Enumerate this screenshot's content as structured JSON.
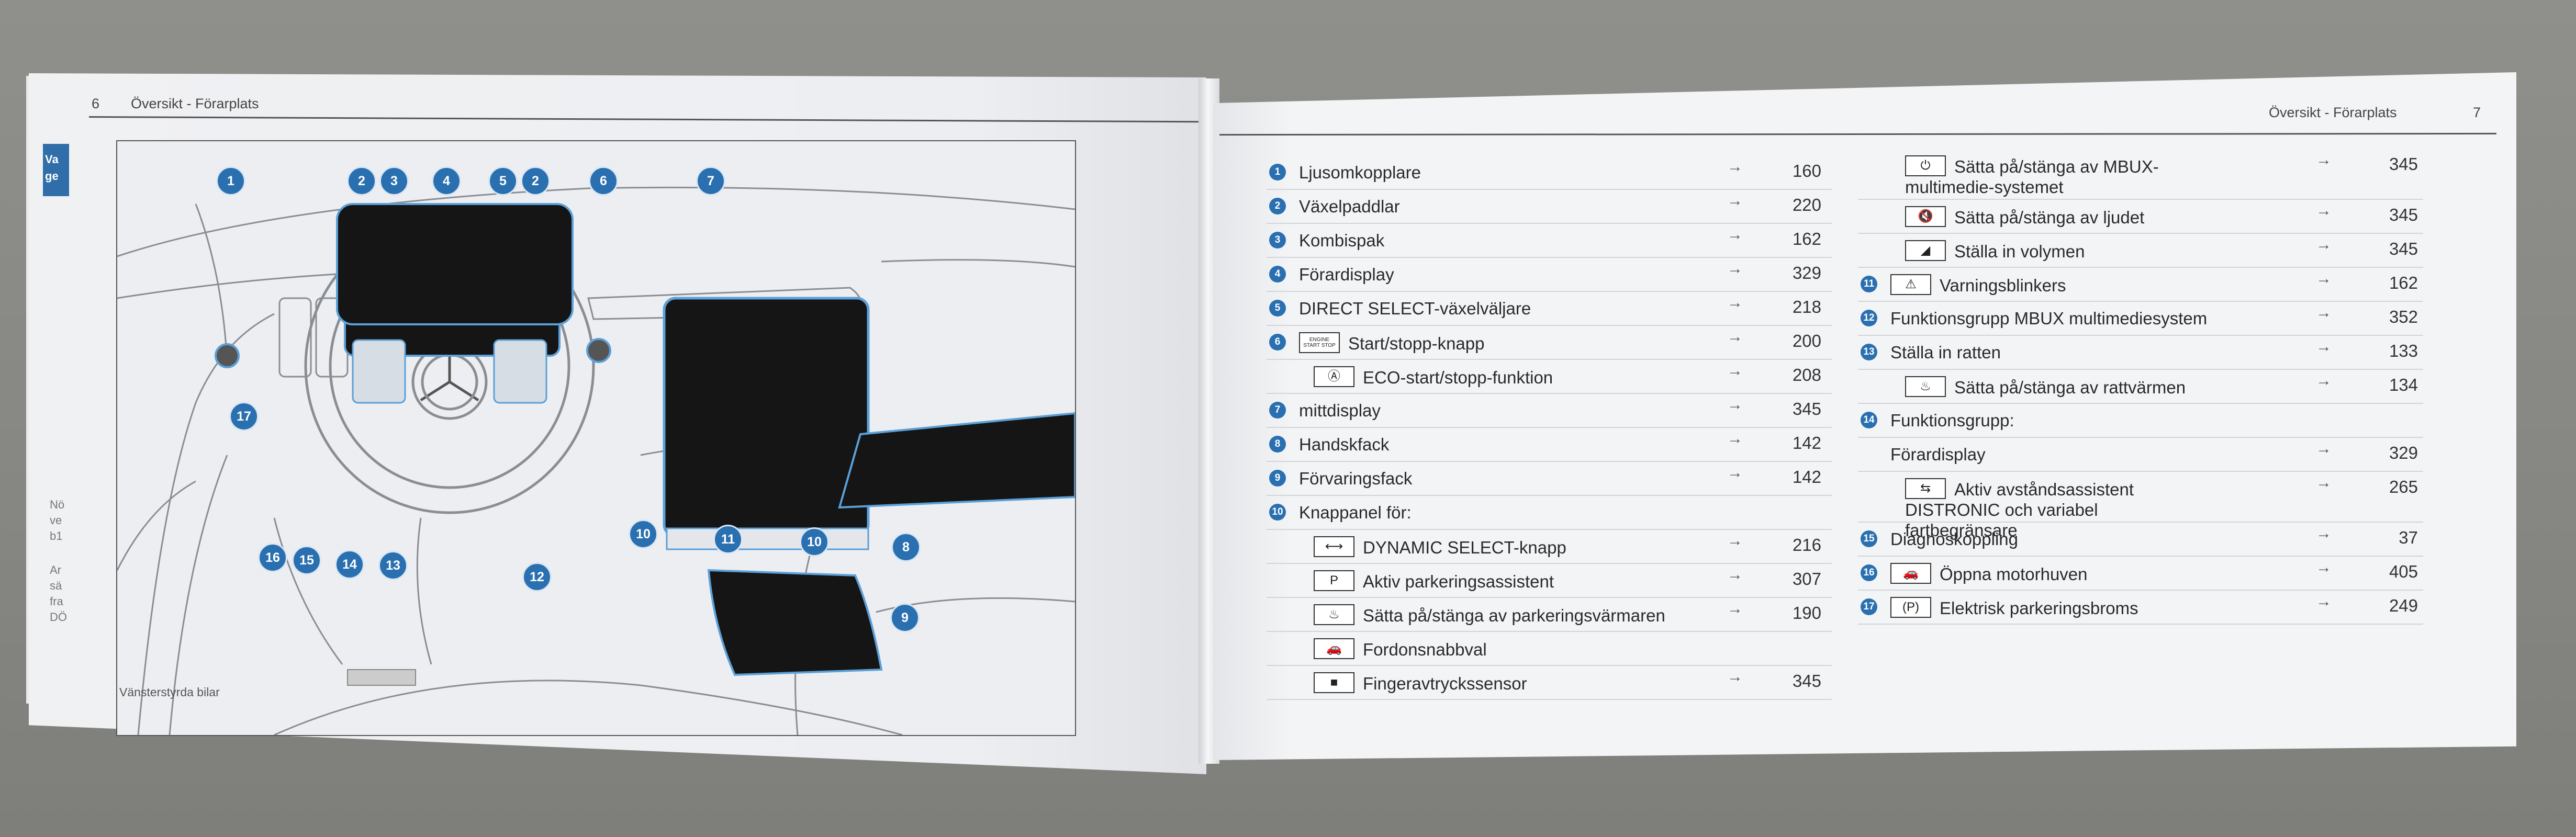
{
  "left_page": {
    "page_number": "6",
    "header_title": "Översikt - Förarplats",
    "caption": "Vänsterstyrda bilar",
    "edge_fragments": [
      "Va",
      "ge",
      "Nö",
      "ve",
      "b1",
      "Ar",
      "sä",
      "fra",
      "DÖ"
    ],
    "callouts": [
      "1",
      "2",
      "3",
      "4",
      "5",
      "2",
      "6",
      "7",
      "17",
      "16",
      "15",
      "14",
      "13",
      "12",
      "10",
      "11",
      "10",
      "8",
      "9"
    ]
  },
  "right_page": {
    "page_number": "7",
    "header_title": "Översikt - Förarplats",
    "arrow": "→",
    "left_column": [
      {
        "num": "1",
        "label": "Ljusomkopplare",
        "page": "160"
      },
      {
        "num": "2",
        "label": "Växelpaddlar",
        "page": "220"
      },
      {
        "num": "3",
        "label": "Kombispak",
        "page": "162"
      },
      {
        "num": "4",
        "label": "Förardisplay",
        "page": "329"
      },
      {
        "num": "5",
        "label": "DIRECT SELECT-växelväljare",
        "page": "218"
      },
      {
        "num": "6",
        "icon": "engine-start-stop-icon",
        "icon_text": "ENGINE START STOP",
        "label": "Start/stopp-knapp",
        "page": "200"
      },
      {
        "num": "",
        "icon": "eco-start-stop-icon",
        "icon_text": "Ⓐ",
        "label": "ECO-start/stopp-funktion",
        "page": "208"
      },
      {
        "num": "7",
        "label": "mittdisplay",
        "page": "345"
      },
      {
        "num": "8",
        "label": "Handskfack",
        "page": "142"
      },
      {
        "num": "9",
        "label": "Förvaringsfack",
        "page": "142"
      },
      {
        "num": "10",
        "label": "Knappanel för:",
        "page": ""
      },
      {
        "num": "",
        "icon": "dynamic-select-icon",
        "icon_text": "⟷",
        "label": "DYNAMIC SELECT-knapp",
        "page": "216"
      },
      {
        "num": "",
        "icon": "parking-assist-icon",
        "icon_text": "P",
        "label": "Aktiv parkeringsassistent",
        "page": "307"
      },
      {
        "num": "",
        "icon": "parking-heater-icon",
        "icon_text": "♨",
        "label": "Sätta på/stänga av parkeringsvärmaren",
        "page": "190"
      },
      {
        "num": "",
        "icon": "vehicle-quick-icon",
        "icon_text": "🚗",
        "label": "Fordonsnabbval",
        "page": ""
      },
      {
        "num": "",
        "icon": "fingerprint-sensor-icon",
        "icon_text": "■",
        "label": "Fingeravtryckssensor",
        "page": "345"
      }
    ],
    "right_column": [
      {
        "num": "",
        "icon": "power-icon",
        "icon_text": "⏻",
        "label": "Sätta på/stänga av MBUX-multimedie-systemet",
        "page": "345",
        "tall": true
      },
      {
        "num": "",
        "icon": "mute-icon",
        "icon_text": "🔇",
        "label": "Sätta på/stänga av ljudet",
        "page": "345"
      },
      {
        "num": "",
        "icon": "volume-icon",
        "icon_text": "◢",
        "label": "Ställa in volymen",
        "page": "345"
      },
      {
        "num": "11",
        "icon": "hazard-warning-icon",
        "icon_text": "⚠",
        "label": "Varningsblinkers",
        "page": "162"
      },
      {
        "num": "12",
        "label": "Funktionsgrupp MBUX multimediesystem",
        "page": "352"
      },
      {
        "num": "13",
        "label": "Ställa in ratten",
        "page": "133"
      },
      {
        "num": "",
        "icon": "steering-heat-icon",
        "icon_text": "♨",
        "label": "Sätta på/stänga av rattvärmen",
        "page": "134"
      },
      {
        "num": "14",
        "label": "Funktionsgrupp:",
        "page": ""
      },
      {
        "num": "",
        "label": "Förardisplay",
        "page": "329"
      },
      {
        "num": "",
        "icon": "distronic-icon",
        "icon_text": "⇆",
        "label": "Aktiv avståndsassistent DISTRONIC och variabel fartbegränsare",
        "page": "265",
        "tall": true
      },
      {
        "num": "15",
        "label": "Diagnoskoppling",
        "page": "37"
      },
      {
        "num": "16",
        "icon": "bonnet-icon",
        "icon_text": "🚗",
        "label": "Öppna motorhuven",
        "page": "405"
      },
      {
        "num": "17",
        "icon": "parking-brake-icon",
        "icon_text": "(P)",
        "label": "Elektrisk parkeringsbroms",
        "page": "249"
      }
    ]
  }
}
